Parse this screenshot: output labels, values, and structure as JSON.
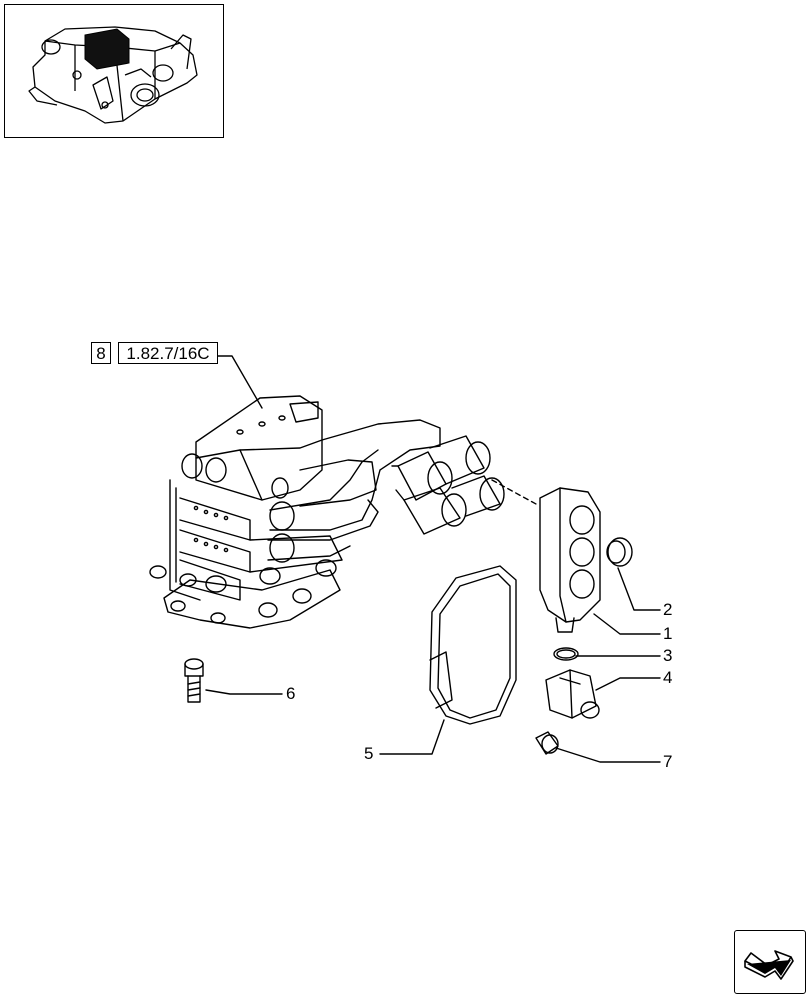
{
  "reference": {
    "group_number": "8",
    "code": "1.82.7/16C"
  },
  "callouts": [
    {
      "id": "2",
      "label": "2"
    },
    {
      "id": "1",
      "label": "1"
    },
    {
      "id": "3",
      "label": "3"
    },
    {
      "id": "4",
      "label": "4"
    },
    {
      "id": "6",
      "label": "6"
    },
    {
      "id": "5",
      "label": "5"
    },
    {
      "id": "7",
      "label": "7"
    }
  ],
  "icons": {
    "thumbnail": "assembly-thumbnail-icon",
    "navigation": "next-page-arrow-icon"
  }
}
